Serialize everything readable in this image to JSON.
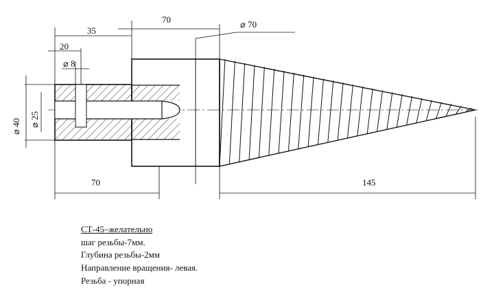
{
  "dimensions": {
    "d70_top_label": "70",
    "diameter_70_label": "⌀ 70",
    "d35_label": "35",
    "d20_label": "20",
    "diameter_8_label": "⌀ 8",
    "diameter_40_label": "⌀ 40",
    "diameter_25_label": "⌀ 25",
    "d70_bottom_label": "70",
    "d145_label": "145"
  },
  "notes": {
    "title": "СТ-45–желательно",
    "line1": "шаг резьбы-7мм.",
    "line2": "Глубина резьбы-2мм",
    "line3": "Направление вращения- левая.",
    "line4": "Резьба - упорная"
  },
  "colors": {
    "line": "#111111",
    "background": "#ffffff"
  }
}
